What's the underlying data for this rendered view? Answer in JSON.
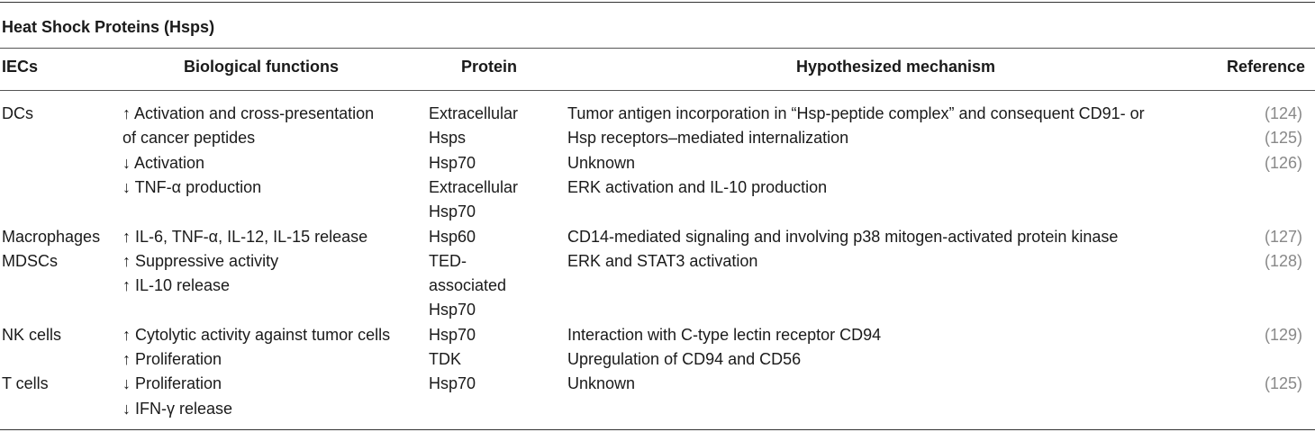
{
  "table": {
    "title": "Heat Shock Proteins (Hsps)",
    "headers": [
      "IECs",
      "Biological functions",
      "Protein",
      "Hypothesized mechanism",
      "Reference"
    ],
    "rows": [
      {
        "lines": 5,
        "iec": [
          "DCs"
        ],
        "functions": [
          "↑ Activation and cross-presentation",
          "of cancer peptides",
          "↓ Activation",
          "↓ TNF-α production"
        ],
        "protein": [
          "Extracellular",
          "Hsps",
          "Hsp70",
          "Extracellular",
          "Hsp70"
        ],
        "mechanism": [
          "Tumor antigen incorporation in “Hsp-peptide complex” and consequent CD91- or",
          "Hsp receptors–mediated internalization",
          "Unknown",
          "ERK activation and IL-10 production"
        ],
        "reference": [
          "(124)",
          "(125)",
          "(126)"
        ]
      },
      {
        "lines": 1,
        "iec": [
          "Macrophages"
        ],
        "functions": [
          "↑ IL-6, TNF-α, IL-12, IL-15 release"
        ],
        "protein": [
          "Hsp60"
        ],
        "mechanism": [
          "CD14-mediated signaling and involving p38 mitogen-activated protein kinase"
        ],
        "reference": [
          "(127)"
        ]
      },
      {
        "lines": 3,
        "iec": [
          "MDSCs"
        ],
        "functions": [
          "↑ Suppressive activity",
          "↑ IL-10 release"
        ],
        "protein": [
          "TED-",
          "associated",
          "Hsp70"
        ],
        "mechanism": [
          "ERK and STAT3 activation"
        ],
        "reference": [
          "(128)"
        ]
      },
      {
        "lines": 2,
        "iec": [
          "NK cells"
        ],
        "functions": [
          "↑ Cytolytic activity against tumor cells",
          "↑ Proliferation"
        ],
        "protein": [
          "Hsp70",
          "TDK"
        ],
        "mechanism": [
          "Interaction with C-type lectin receptor CD94",
          "Upregulation of CD94 and CD56"
        ],
        "reference": [
          "(129)"
        ]
      },
      {
        "lines": 2,
        "iec": [
          "T cells"
        ],
        "functions": [
          "↓ Proliferation",
          "↓ IFN-γ release"
        ],
        "protein": [
          "Hsp70"
        ],
        "mechanism": [
          "Unknown"
        ],
        "reference": [
          "(125)"
        ]
      }
    ]
  }
}
